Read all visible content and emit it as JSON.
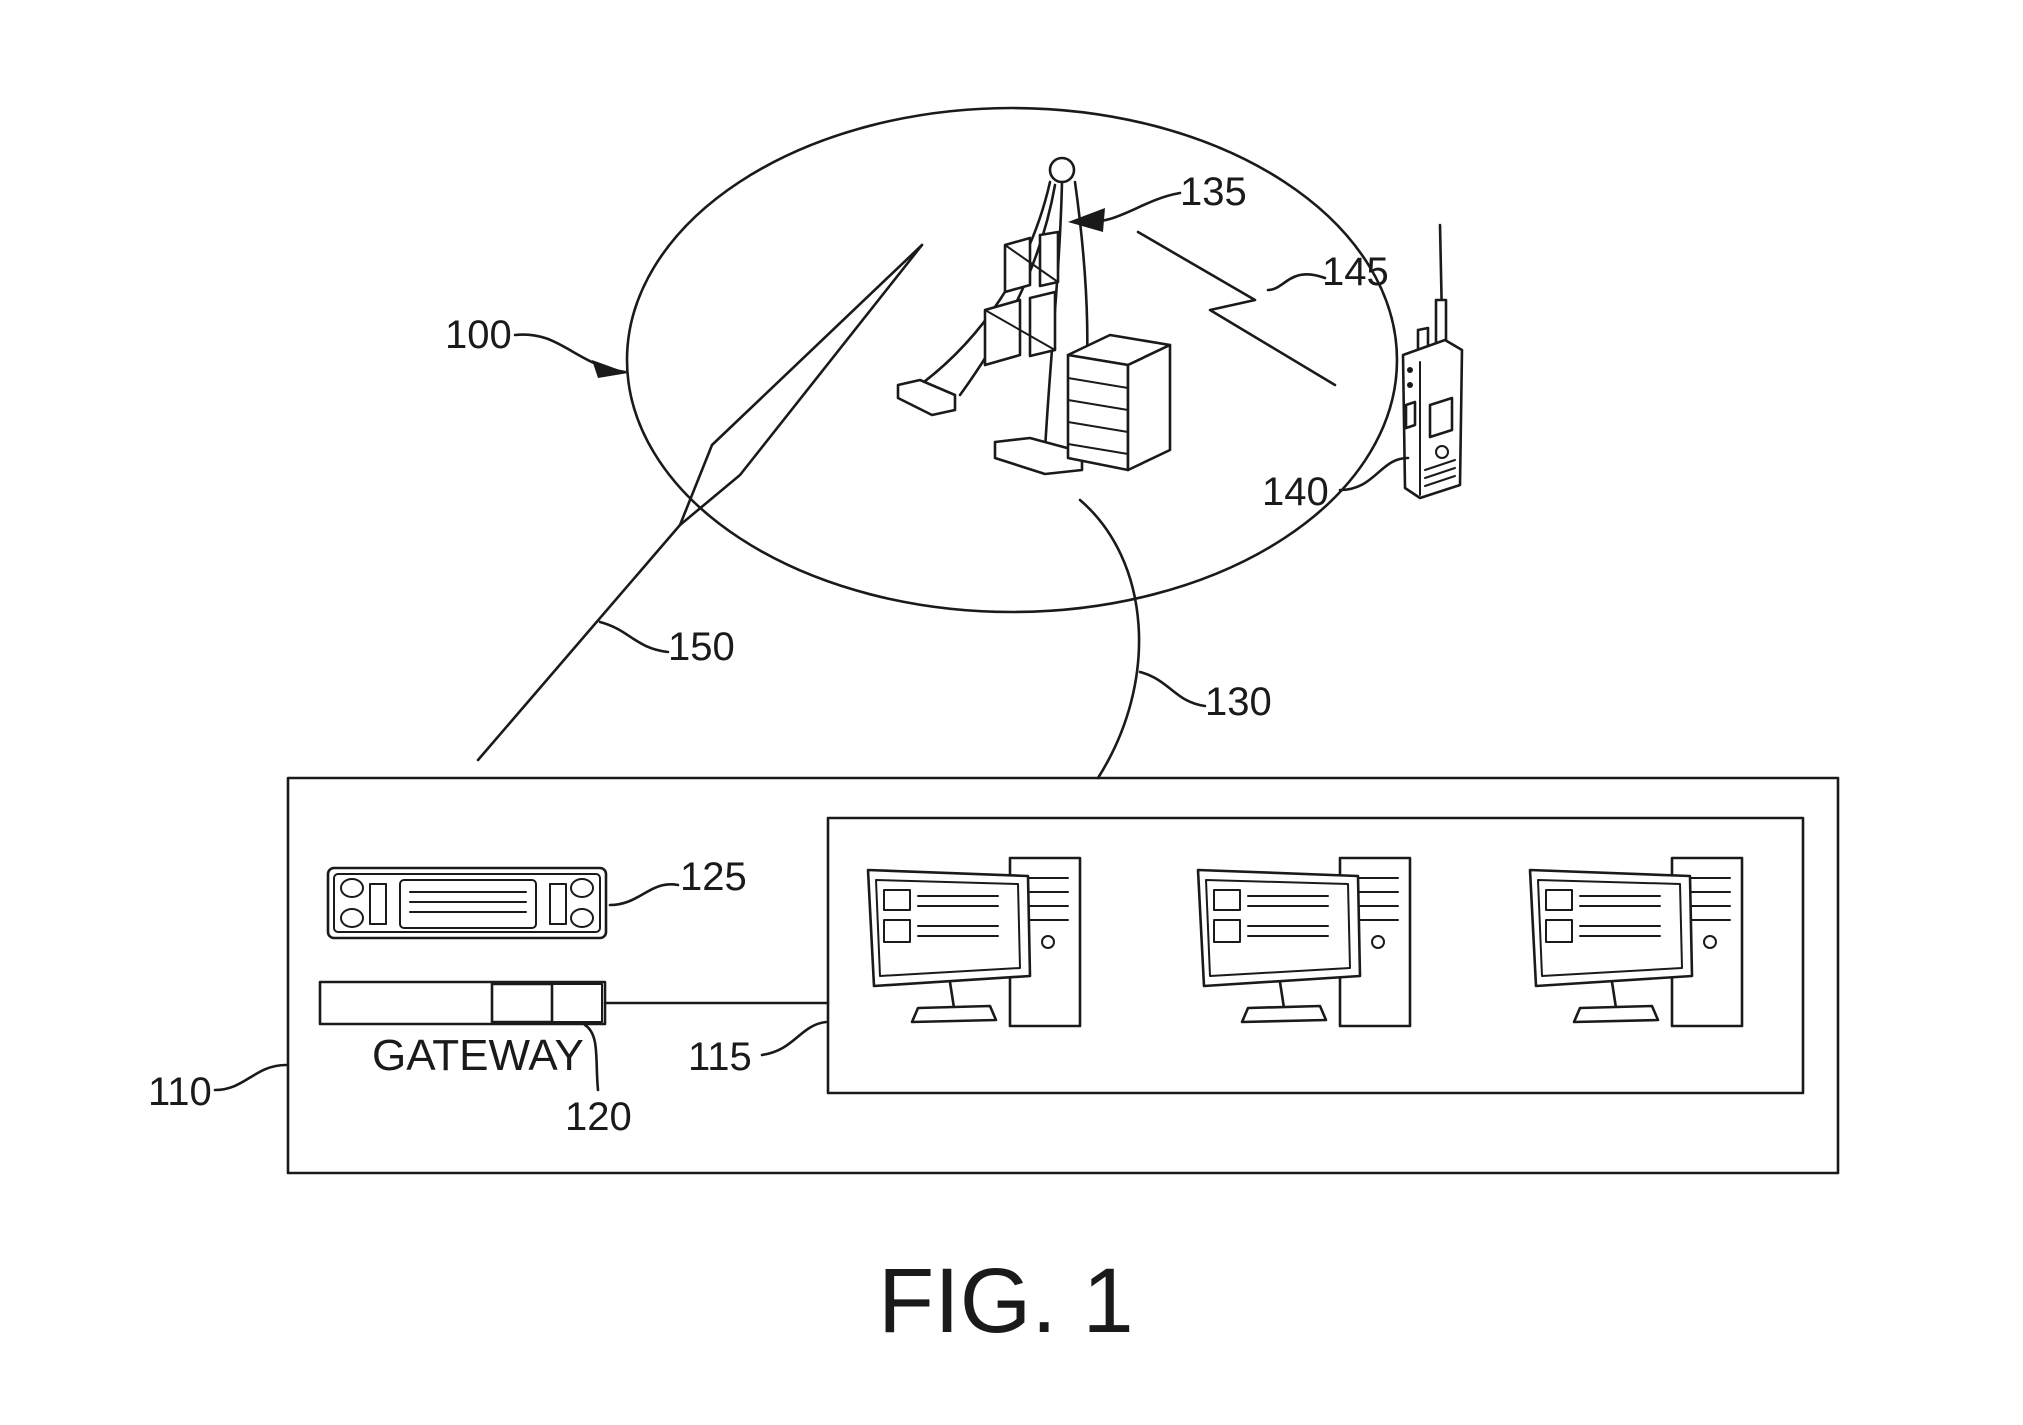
{
  "figure": {
    "caption": "FIG. 1"
  },
  "labels": {
    "system": "100",
    "dispatch_center": "110",
    "consoles": "115",
    "gateway": "120",
    "radio": "125",
    "wired_link": "130",
    "tower": "135",
    "portable_radio": "140",
    "radio_link": "145",
    "wireless_link": "150"
  },
  "gateway_text": "GATEWAY"
}
